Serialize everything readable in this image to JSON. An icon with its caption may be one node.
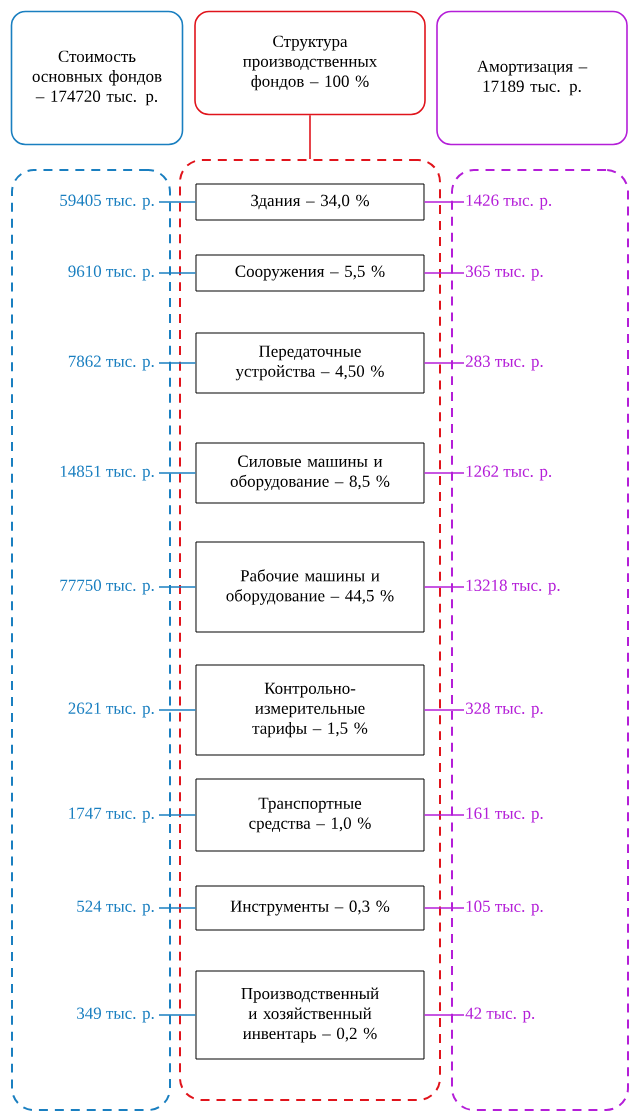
{
  "diagram": {
    "nodes": [
      {
        "text": [
          "Стоимость основных фондов – 174720 тыс. р."
        ]
      },
      {
        "text": [
          "Структура производственных фондов – 100 %"
        ]
      },
      {
        "text": [
          "Амортизация – 17189 тыс. р."
        ]
      },
      {
        "text": [],
        "shape": "box"
      },
      {
        "text": [],
        "shape": "box"
      },
      {
        "text": [],
        "shape": "box"
      },
      {
        "text": [
          "Здания – 34,0 %"
        ],
        "in": 4
      },
      {
        "text": [
          "Сооружения – 5,5 %"
        ],
        "in": 4
      },
      {
        "text": [
          "Передаточные устройства – 4,50 %"
        ],
        "in": 4
      },
      {
        "text": [
          "Силовые машины и оборудование – 8,5 %"
        ],
        "in": 4
      },
      {
        "text": [
          "Рабочие машины и оборудование – 44,5 %"
        ],
        "in": 4
      },
      {
        "text": [
          "Контрольно-измерительные тарифы – 1,5 %"
        ],
        "in": 4
      },
      {
        "text": [
          "Транспортные средства – 1,0 %"
        ],
        "in": 4
      },
      {
        "text": [
          "Инструменты – 0,3 %"
        ],
        "in": 4
      },
      {
        "text": [
          "Производственный и хозяйственный инвентарь – 0,2 %"
        ],
        "in": 4
      },
      {
        "text": [
          "59405 тыс. р."
        ],
        "in": 3
      },
      {
        "text": [
          "9610 тыс. р."
        ],
        "in": 3
      },
      {
        "text": [
          "7862 тыс. р."
        ],
        "in": 3
      },
      {
        "text": [
          "14851 тыс. р."
        ],
        "in": 3
      },
      {
        "text": [
          "77750 тыс. р."
        ],
        "in": 3
      },
      {
        "text": [
          "2621 тыс. р."
        ],
        "in": 3
      },
      {
        "text": [
          "1747 тыс. р."
        ],
        "in": 3
      },
      {
        "text": [
          "524 тыс. р."
        ],
        "in": 3
      },
      {
        "text": [
          "349 тыс. р."
        ],
        "in": 3
      },
      {
        "text": [
          "1426 тыс. р."
        ],
        "in": 5
      },
      {
        "text": [
          "365 тыс. р."
        ],
        "in": 5
      },
      {
        "text": [
          "283 тыс. р."
        ],
        "in": 5
      },
      {
        "text": [
          "1262 тыс. р."
        ],
        "in": 5
      },
      {
        "text": [
          "13218 тыс. р."
        ],
        "in": 5
      },
      {
        "text": [
          "328 тыс. р."
        ],
        "in": 5
      },
      {
        "text": [
          "161 тыс. р."
        ],
        "in": 5
      },
      {
        "text": [
          "105 тыс. р."
        ],
        "in": 5
      },
      {
        "text": [
          "42 тыс. р."
        ],
        "in": 5
      }
    ],
    "edges": [
      {
        "from": 1,
        "to": 4,
        "arrow": "none",
        "color": "#e0141c"
      },
      {
        "from": 15,
        "to": 6,
        "arrow": "none",
        "color": "#1a7fc0"
      },
      {
        "from": 6,
        "to": 24,
        "arrow": "none",
        "color": "#b41ed8"
      },
      {
        "from": 16,
        "to": 7,
        "arrow": "none",
        "color": "#1a7fc0"
      },
      {
        "from": 7,
        "to": 25,
        "arrow": "none",
        "color": "#b41ed8"
      },
      {
        "from": 17,
        "to": 8,
        "arrow": "none",
        "color": "#1a7fc0"
      },
      {
        "from": 8,
        "to": 26,
        "arrow": "none",
        "color": "#b41ed8"
      },
      {
        "from": 18,
        "to": 9,
        "arrow": "none",
        "color": "#1a7fc0"
      },
      {
        "from": 9,
        "to": 27,
        "arrow": "none",
        "color": "#b41ed8"
      },
      {
        "from": 19,
        "to": 10,
        "arrow": "none",
        "color": "#1a7fc0"
      },
      {
        "from": 10,
        "to": 28,
        "arrow": "none",
        "color": "#b41ed8"
      },
      {
        "from": 20,
        "to": 11,
        "arrow": "none",
        "color": "#1a7fc0"
      },
      {
        "from": 11,
        "to": 29,
        "arrow": "none",
        "color": "#b41ed8"
      },
      {
        "from": 21,
        "to": 12,
        "arrow": "none",
        "color": "#1a7fc0"
      },
      {
        "from": 12,
        "to": 30,
        "arrow": "none",
        "color": "#b41ed8"
      },
      {
        "from": 22,
        "to": 13,
        "arrow": "none",
        "color": "#1a7fc0"
      },
      {
        "from": 13,
        "to": 31,
        "arrow": "none",
        "color": "#b41ed8"
      },
      {
        "from": 23,
        "to": 14,
        "arrow": "none",
        "color": "#1a7fc0"
      },
      {
        "from": 14,
        "to": 32,
        "arrow": "none",
        "color": "#b41ed8"
      }
    ]
  }
}
